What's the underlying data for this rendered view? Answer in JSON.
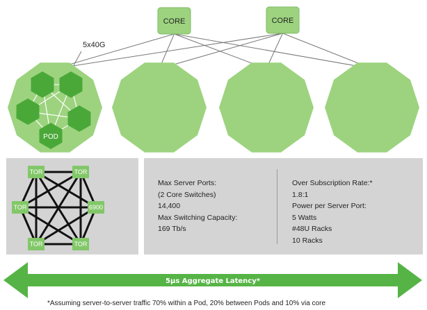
{
  "core_switches": [
    {
      "label": "CORE"
    },
    {
      "label": "CORE"
    }
  ],
  "uplink_label": "5x40G",
  "pod_label": "POD",
  "tor_nodes": [
    "TOR",
    "TOR",
    "6900",
    "TOR",
    "TOR",
    "TOR"
  ],
  "specs": {
    "left": [
      "Max Server Ports:",
      "(2 Core Switches)",
      "14,400",
      "Max Switching Capacity:",
      "169 Tb/s"
    ],
    "right": [
      "Over Subscription Rate:*",
      "1.8:1",
      "Power per Server Port:",
      "5 Watts",
      "#48U Racks",
      "10 Racks"
    ]
  },
  "latency_label": "5µs Aggregate Latency*",
  "footnote": "*Assuming server-to-server traffic 70% within a Pod, 20% between Pods and 10% via core",
  "colors": {
    "light_green": "#9dd37f",
    "mid_green": "#82c768",
    "dark_green": "#4aa839",
    "arrow_green": "#56b446",
    "gray_panel": "#d4d4d4"
  }
}
